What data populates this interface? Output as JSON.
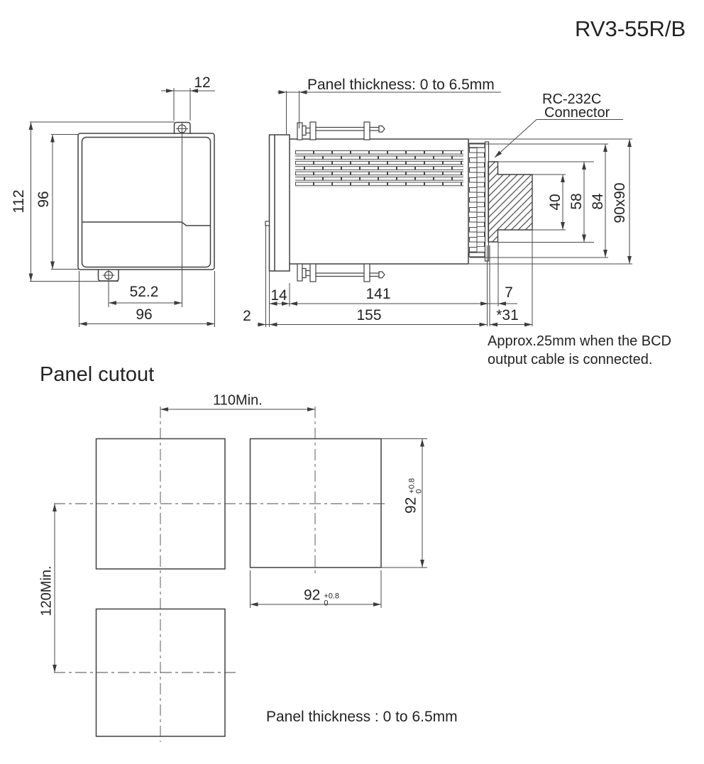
{
  "title": "RV3-55R/B",
  "colors": {
    "line": "#404040",
    "text": "#232323",
    "background": "#ffffff"
  },
  "front": {
    "dim_tab_width": "12",
    "dim_overall_height": "112",
    "dim_bezel_height": "96",
    "dim_hole_spacing": "52.2",
    "dim_bezel_width": "96"
  },
  "side": {
    "panel_thickness": "Panel thickness: 0 to 6.5mm",
    "connector_name": "RC-232C",
    "connector_word": "Connector",
    "dim_plug_height": "40",
    "dim_connector_height": "58",
    "dim_terminal_height": "84",
    "dim_body_section": "90x90",
    "dim_bezel_depth": "14",
    "dim_case_depth": "141",
    "dim_connector_step": "7",
    "dim_front_lip": "2",
    "dim_total_depth": "155",
    "dim_rear_clearance": "*31",
    "note_line1": "Approx.25mm when the BCD",
    "note_line2": "output cable is connected."
  },
  "cutout": {
    "heading": "Panel cutout",
    "dim_horizontal_pitch": "110Min.",
    "dim_vertical_pitch": "120Min.",
    "dim_width": "92",
    "dim_height": "92",
    "tol_upper": "+0.8",
    "tol_lower": "0",
    "panel_thickness": "Panel thickness : 0 to 6.5mm"
  }
}
